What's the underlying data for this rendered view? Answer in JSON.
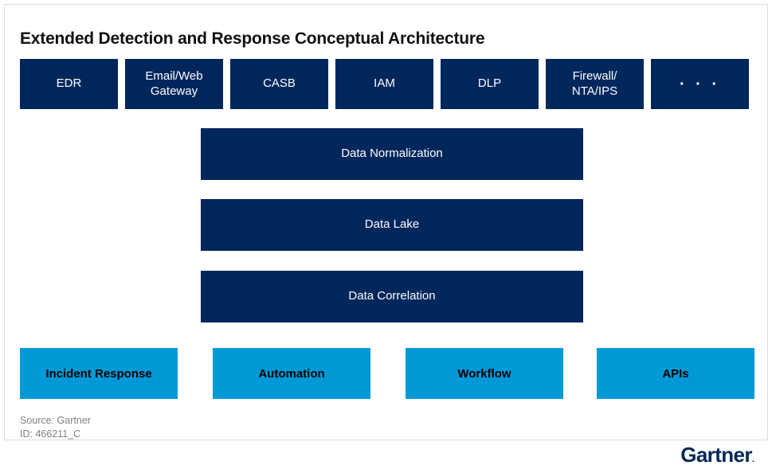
{
  "slide": {
    "title": "Extended Detection and Response Conceptual Architecture",
    "colors": {
      "navy": "#00275c",
      "cyan": "#0099d8",
      "title_text": "#111111",
      "note_text": "#808184",
      "logo": "#002856",
      "canvas_border": "#dcdcdc"
    }
  },
  "sources": {
    "items": [
      {
        "label": "EDR"
      },
      {
        "label": "Email/Web\nGateway"
      },
      {
        "label": "CASB"
      },
      {
        "label": "IAM"
      },
      {
        "label": "DLP"
      },
      {
        "label": "Firewall/\nNTA/IPS"
      },
      {
        "label": "· · ·"
      }
    ]
  },
  "pipeline": {
    "items": [
      {
        "label": "Data Normalization"
      },
      {
        "label": "Data Lake"
      },
      {
        "label": "Data Correlation"
      }
    ]
  },
  "actions": {
    "items": [
      {
        "label": "Incident Response"
      },
      {
        "label": "Automation"
      },
      {
        "label": "Workflow"
      },
      {
        "label": "APIs"
      }
    ]
  },
  "footer": {
    "source": "Source: Gartner",
    "id": "ID: 466211_C",
    "logo_text": "Gartner",
    "logo_mark": "."
  }
}
